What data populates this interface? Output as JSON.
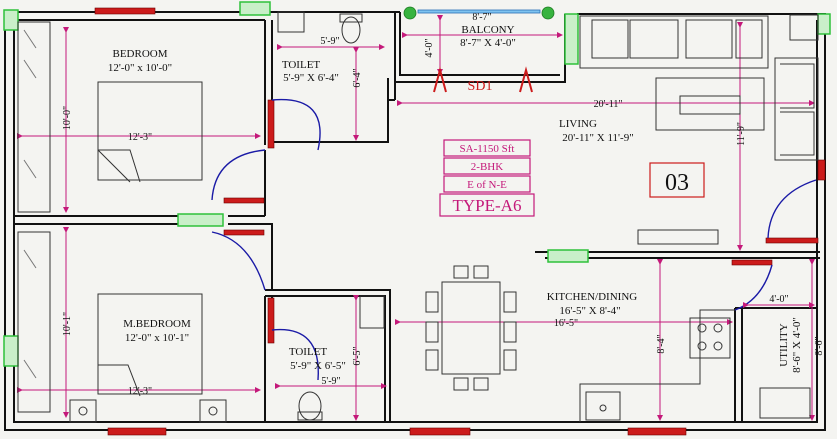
{
  "rooms": {
    "bedroom": {
      "name": "BEDROOM",
      "size": "12'-0\" x 10'-0\""
    },
    "toilet_top": {
      "name": "TOILET",
      "size": "5'-9\" X 6'-4\""
    },
    "balcony": {
      "name": "BALCONY",
      "size": "8'-7\" X 4'-0\""
    },
    "living": {
      "name": "LIVING",
      "size": "20'-11\" X 11'-9\""
    },
    "master_bedroom": {
      "name": "M.BEDROOM",
      "size": "12'-0\" x 10'-1\""
    },
    "toilet_bottom": {
      "name": "TOILET",
      "size": "5'-9\" X 6'-5\""
    },
    "kitchen": {
      "name": "KITCHEN/DINING",
      "size": "16'-5\" X 8'-4\""
    },
    "utility": {
      "name": "UTILITY",
      "size": "8'-6\" X 4'-0\""
    }
  },
  "info": {
    "area": "SA-1150 Sft",
    "bhk": "2-BHK",
    "facing": "E of N-E",
    "type": "TYPE-A6",
    "flat_no": "03",
    "sliding_door": "SD1"
  },
  "dims": {
    "bedroom_height": "10'-0\"",
    "bedroom_width": "12'-3\"",
    "toilet_top_width": "5'-9\"",
    "toilet_top_height": "6'-4\"",
    "balcony_width": "8'-7\"",
    "balcony_height": "4'-0\"",
    "living_width": "20'-11\"",
    "living_height": "11'-9\"",
    "mbed_height": "10'-1\"",
    "mbed_width": "12'-3\"",
    "toilet_bottom_width": "5'-9\"",
    "toilet_bottom_height": "6'-5\"",
    "kitchen_width": "16'-5\"",
    "kitchen_height": "8'-4\"",
    "utility_width": "4'-0\"",
    "utility_height": "8'-6\""
  },
  "colors": {
    "wall": "#111111",
    "dimension": "#c4197a",
    "window": "#cc1b1b",
    "opening": "#2ec13a",
    "door_swing": "#1a1aa6",
    "info_box": "#c4197a",
    "flat_box": "#cc1b1b"
  }
}
